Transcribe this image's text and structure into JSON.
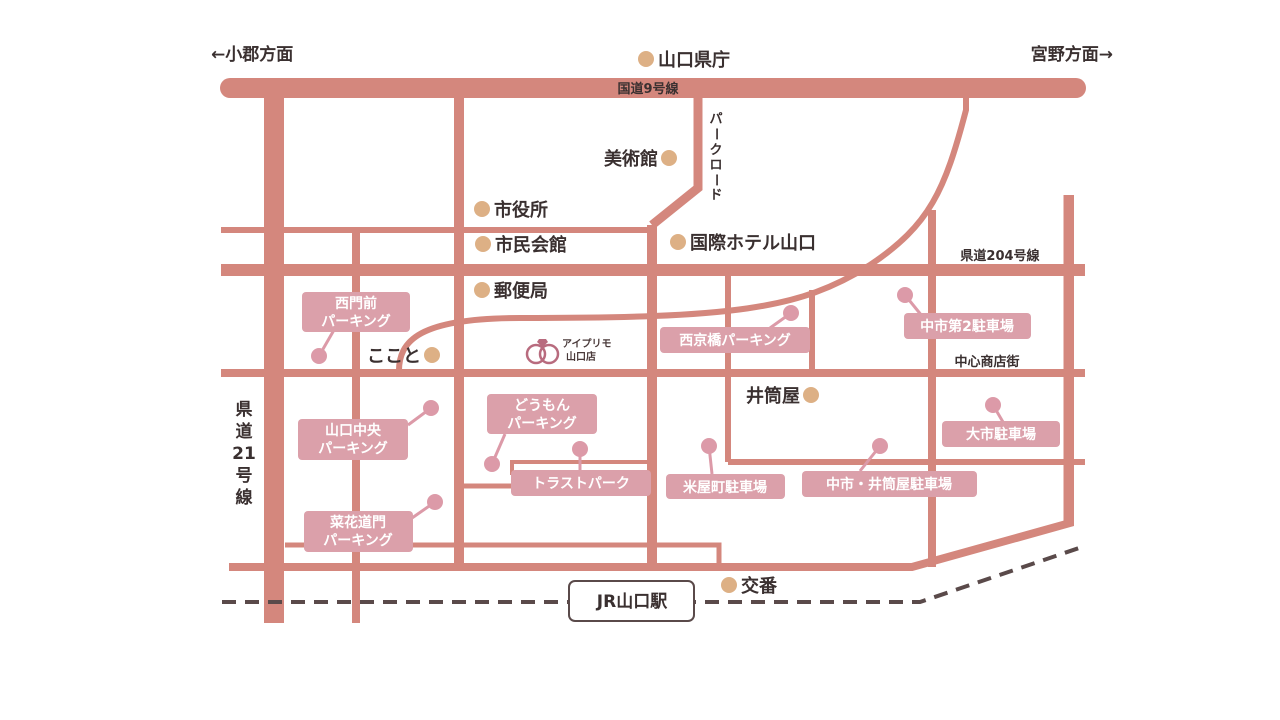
{
  "directions": {
    "west": "←小郡方面",
    "east": "宮野方面→"
  },
  "roads": {
    "national_route": "国道9号線",
    "prefectural_204": "県道204号線",
    "prefectural_21_chars": [
      "県",
      "道",
      "21",
      "号",
      "線"
    ],
    "park_road_chars": [
      "パ",
      "ー",
      "ク",
      "ロ",
      "ー",
      "ド"
    ],
    "shopping_street": "中心商店街"
  },
  "station": "JR山口駅",
  "shop": {
    "name_line1": "アイプリモ",
    "name_line2": "山口店",
    "brand_color": "#b86b7e"
  },
  "landmarks": [
    {
      "id": "prefectural-office",
      "label": "山口県庁"
    },
    {
      "id": "art-museum",
      "label": "美術館"
    },
    {
      "id": "city-hall",
      "label": "市役所"
    },
    {
      "id": "civic-hall",
      "label": "市民会館"
    },
    {
      "id": "hotel",
      "label": "国際ホテル山口"
    },
    {
      "id": "post-office",
      "label": "郵便局"
    },
    {
      "id": "kokoto",
      "label": "ここと"
    },
    {
      "id": "izutsuya",
      "label": "井筒屋"
    },
    {
      "id": "police-box",
      "label": "交番"
    }
  ],
  "parkings": [
    {
      "id": "nishimonzen",
      "lines": [
        "西門前",
        "パーキング"
      ]
    },
    {
      "id": "nishikyobashi",
      "lines": [
        "西京橋パーキング"
      ]
    },
    {
      "id": "nakaichi-2",
      "lines": [
        "中市第2駐車場"
      ]
    },
    {
      "id": "yamaguchi-chuo",
      "lines": [
        "山口中央",
        "パーキング"
      ]
    },
    {
      "id": "doumon",
      "lines": [
        "どうもん",
        "パーキング"
      ]
    },
    {
      "id": "trust-park",
      "lines": [
        "トラストパーク"
      ]
    },
    {
      "id": "komeyamachi",
      "lines": [
        "米屋町駐車場"
      ]
    },
    {
      "id": "nakaichi-izutsuya",
      "lines": [
        "中市・井筒屋駐車場"
      ]
    },
    {
      "id": "oichi",
      "lines": [
        "大市駐車場"
      ]
    },
    {
      "id": "nanohana",
      "lines": [
        "菜花道門",
        "パーキング"
      ]
    }
  ],
  "colors": {
    "road": "#d4877d",
    "landmark_dot": "#ddb085",
    "parking_box": "#dba0aa",
    "parking_dot": "#dc9aa8",
    "rail": "#5a4a4a",
    "text": "#3a3030"
  }
}
